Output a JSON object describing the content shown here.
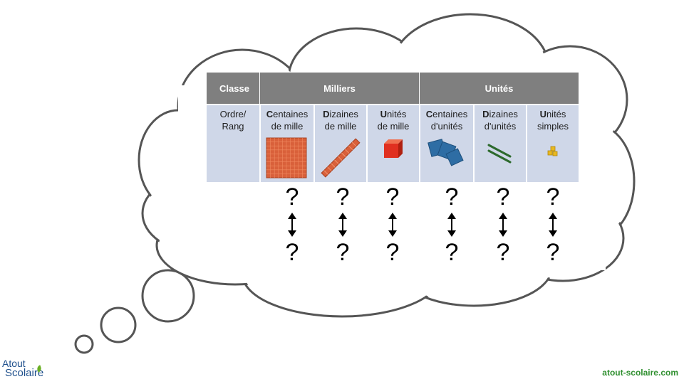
{
  "table": {
    "header": {
      "classe": "Classe",
      "milliers": "Milliers",
      "unites": "Unités"
    },
    "row_label": "Ordre/\nRang",
    "columns": [
      {
        "initial": "C",
        "rest1": "entaines",
        "line2": "de mille",
        "icon": "hundred-thousand-plate-icon"
      },
      {
        "initial": "D",
        "rest1": "izaines",
        "line2": "de mille",
        "icon": "ten-thousand-rod-icon"
      },
      {
        "initial": "U",
        "rest1": "nités",
        "line2": "de mille",
        "icon": "thousand-cube-icon"
      },
      {
        "initial": "C",
        "rest1": "entaines",
        "line2": "d'unités",
        "icon": "hundreds-plates-icon"
      },
      {
        "initial": "D",
        "rest1": "izaines",
        "line2": "d'unités",
        "icon": "tens-rods-icon"
      },
      {
        "initial": "U",
        "rest1": "nités",
        "line2": "simples",
        "icon": "units-cubes-icon"
      }
    ]
  },
  "question_mark": "?",
  "logo": {
    "line1": "Atout",
    "line2": "Scolaire"
  },
  "website": "atout-scolaire.com",
  "colors": {
    "header": "#7f7f7f",
    "row": "#cfd7e8",
    "cloud_stroke": "#555555",
    "logo": "#1e4f8c",
    "site": "#2f8f2f"
  }
}
